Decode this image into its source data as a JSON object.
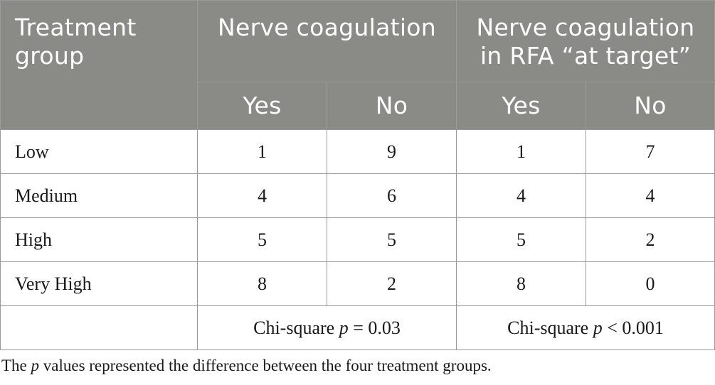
{
  "header": {
    "col0": "Treatment group",
    "group1": "Nerve coagulation",
    "group2": "Nerve coagulation in RFA “at target”",
    "sub": [
      "Yes",
      "No",
      "Yes",
      "No"
    ]
  },
  "rows": [
    {
      "label": "Low",
      "v": [
        "1",
        "9",
        "1",
        "7"
      ]
    },
    {
      "label": "Medium",
      "v": [
        "4",
        "6",
        "4",
        "4"
      ]
    },
    {
      "label": "High",
      "v": [
        "5",
        "5",
        "5",
        "2"
      ]
    },
    {
      "label": "Very High",
      "v": [
        "8",
        "2",
        "8",
        "0"
      ]
    }
  ],
  "stats": {
    "nc_prefix": "Chi-square",
    "nc_p": "p",
    "nc_value": "= 0.03",
    "rfa_prefix": "Chi-square",
    "rfa_p": "p",
    "rfa_value": "< 0.001"
  },
  "footnote": {
    "lead": "The",
    "p": "p",
    "rest": "values represented the difference between the four treatment groups."
  },
  "colors": {
    "header_bg": "#8a8a87",
    "header_text": "#ffffff",
    "border": "#9a9a9a"
  }
}
